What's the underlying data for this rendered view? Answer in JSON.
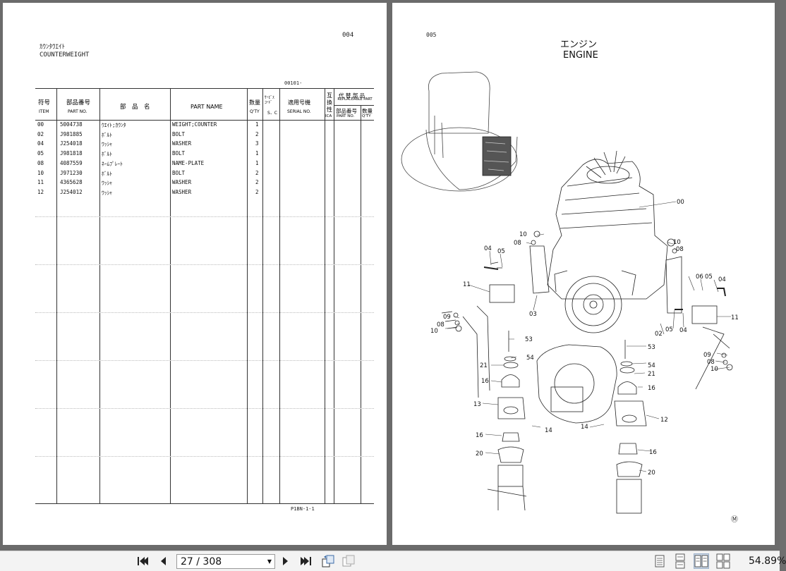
{
  "left_page": {
    "page_number": "004",
    "title_jp": "ｶｳﾝﾀｳｴｲﾄ",
    "title_en": "COUNTERWEIGHT",
    "section_code": "00101-",
    "footer_code": "P1BN-1-1",
    "headers": {
      "item_jp": "符号",
      "item_en": "ITEM",
      "partno_jp": "部品番号",
      "partno_en": "PART NO.",
      "name_jp": "部　品　名",
      "name_en": "PART NAME",
      "qty_jp": "数量",
      "qty_en": "Q'TY",
      "service_jp": "ｻｰﾋﾞｽ\nｺｰﾄﾞ",
      "service_en": "S．C",
      "serial_jp": "適用号機",
      "serial_en": "SERIAL NO.",
      "ica_jp": "互換性",
      "ica_en": "ICA",
      "replaceable_jp": "代 替 部 品",
      "replaceable_en": "REPLACEABLE PART",
      "rep_partno_jp": "部品番号",
      "rep_partno_en": "PART NO.",
      "rep_qty_jp": "数量",
      "rep_qty_en": "Q'TY"
    },
    "rows": [
      {
        "item": "00",
        "part_no": "5004738",
        "name_jp": "ｳｴｲﾄ;ｶｳﾝﾀ",
        "name_en": "WEIGHT;COUNTER",
        "qty": "1"
      },
      {
        "item": "02",
        "part_no": "J981885",
        "name_jp": "ﾎﾞﾙﾄ",
        "name_en": "BOLT",
        "qty": "2"
      },
      {
        "item": "04",
        "part_no": "J254018",
        "name_jp": "ﾜｯｼｬ",
        "name_en": "WASHER",
        "qty": "3"
      },
      {
        "item": "05",
        "part_no": "J981818",
        "name_jp": "ﾎﾞﾙﾄ",
        "name_en": "BOLT",
        "qty": "1"
      },
      {
        "item": "08",
        "part_no": "4087559",
        "name_jp": "ﾈｰﾑﾌﾟﾚｰﾄ",
        "name_en": "NAME-PLATE",
        "qty": "1"
      },
      {
        "item": "10",
        "part_no": "J971230",
        "name_jp": "ﾎﾞﾙﾄ",
        "name_en": "BOLT",
        "qty": "2"
      },
      {
        "item": "11",
        "part_no": "4365628",
        "name_jp": "ﾜｯｼｬ",
        "name_en": "WASHER",
        "qty": "2"
      },
      {
        "item": "12",
        "part_no": "J254012",
        "name_jp": "ﾜｯｼｬ",
        "name_en": "WASHER",
        "qty": "2"
      }
    ]
  },
  "right_page": {
    "page_number": "005",
    "title_jp": "エンジン",
    "title_en": "ENGINE",
    "mark": "Ⓜ",
    "callouts": [
      "00",
      "10",
      "08",
      "04",
      "05",
      "11",
      "03",
      "09",
      "08",
      "10",
      "53",
      "54",
      "21",
      "16",
      "13",
      "16",
      "20",
      "14",
      "10",
      "08",
      "06",
      "05",
      "04",
      "11",
      "02",
      "05",
      "04",
      "53",
      "54",
      "21",
      "16",
      "12",
      "14",
      "16",
      "20",
      "09",
      "08",
      "10"
    ]
  },
  "toolbar": {
    "page_display": "27 / 308",
    "zoom": "54.89%",
    "icons": [
      "first-page-icon",
      "prev-page-icon",
      "next-page-icon",
      "last-page-icon",
      "rotate-icon",
      "fit-icon",
      "single-page-icon",
      "continuous-icon",
      "two-page-icon",
      "two-page-continuous-icon"
    ]
  }
}
